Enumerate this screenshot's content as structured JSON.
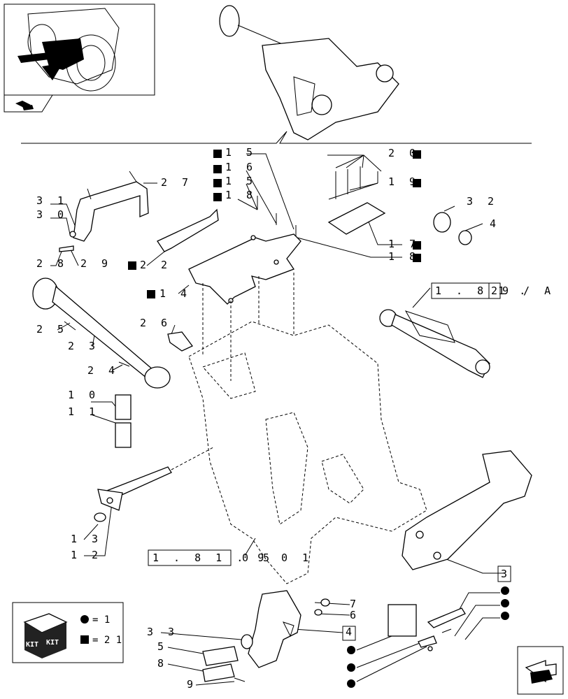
{
  "title": "",
  "labels": {
    "l1": "1 5",
    "l2": "1 6",
    "l3": "1 5",
    "l4": "1 8",
    "l5": "2 0",
    "l6": "1 9",
    "l7": "3 2",
    "l8": "4",
    "l9": "1 7",
    "l10": "1 8",
    "l11": "3 1",
    "l12": "3 0",
    "l13": "2 8",
    "l14": "2 9",
    "l15": "2 2",
    "l16": "2 7",
    "l17": "1 4",
    "l18": "2 5",
    "l19": "2 3",
    "l20": "2 4",
    "l21": "2 6",
    "l22": "1 0",
    "l23": "1 1",
    "l24": "1 3",
    "l25": "1 2",
    "l26": "3 3",
    "l27": "5",
    "l28": "8",
    "l29": "9",
    "l30": "7",
    "l31": "6",
    "l32": "4",
    "l33": "3"
  },
  "refs": {
    "ref1": "1 . 8 1 .",
    "ref1b": "2",
    "ref1c": "9 / A",
    "ref2": "1 . 8 1 . 9",
    "ref2b": "0 5",
    "ref2c": "0 1"
  },
  "kit": {
    "kit1": "KIT",
    "kit2": "KIT",
    "legend_circle": "= 1",
    "legend_square": "= 2 1"
  },
  "icons": [
    "tractor-thumbnail",
    "page-nav-icon",
    "kit-box-icon",
    "next-arrow-icon"
  ]
}
